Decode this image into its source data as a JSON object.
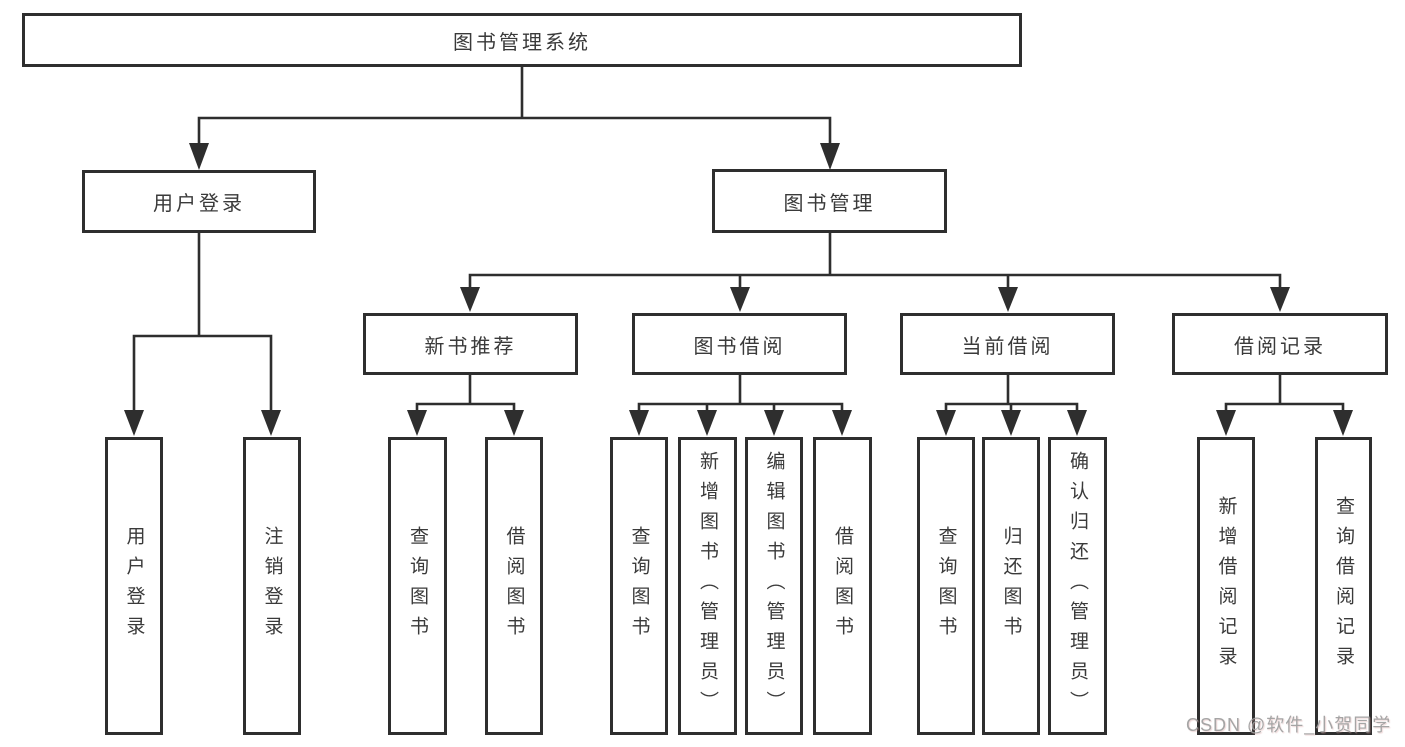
{
  "diagram_type": "hierarchy-flowchart",
  "colors": {
    "line": "#2e2e2e",
    "box_border": "#2e2e2e",
    "text": "#3a3a3a",
    "background": "#ffffff",
    "watermark": "#9e9e9e"
  },
  "nodes": {
    "root": {
      "label": "图书管理系统"
    },
    "user_login": {
      "label": "用户登录"
    },
    "book_mgmt": {
      "label": "图书管理"
    },
    "new_book_rec": {
      "label": "新书推荐"
    },
    "book_borrow": {
      "label": "图书借阅"
    },
    "current_borrow": {
      "label": "当前借阅"
    },
    "borrow_records": {
      "label": "借阅记录"
    },
    "leaf_user_login": {
      "label": "用户登录"
    },
    "leaf_logout": {
      "label": "注销登录"
    },
    "leaf_query_books_rec": {
      "label": "查询图书"
    },
    "leaf_borrow_books_rec": {
      "label": "借阅图书"
    },
    "leaf_query_books_bor": {
      "label": "查询图书"
    },
    "leaf_add_books": {
      "label": "新增图书（管理员）"
    },
    "leaf_edit_books": {
      "label": "编辑图书（管理员）"
    },
    "leaf_borrow_books_bor": {
      "label": "借阅图书"
    },
    "leaf_query_books_cur": {
      "label": "查询图书"
    },
    "leaf_return_books": {
      "label": "归还图书"
    },
    "leaf_confirm_return": {
      "label": "确认归还（管理员）"
    },
    "leaf_add_borrow_record": {
      "label": "新增借阅记录"
    },
    "leaf_query_borrow_record": {
      "label": "查询借阅记录"
    }
  },
  "watermark": {
    "text": "CSDN @软件_小贺同学"
  }
}
